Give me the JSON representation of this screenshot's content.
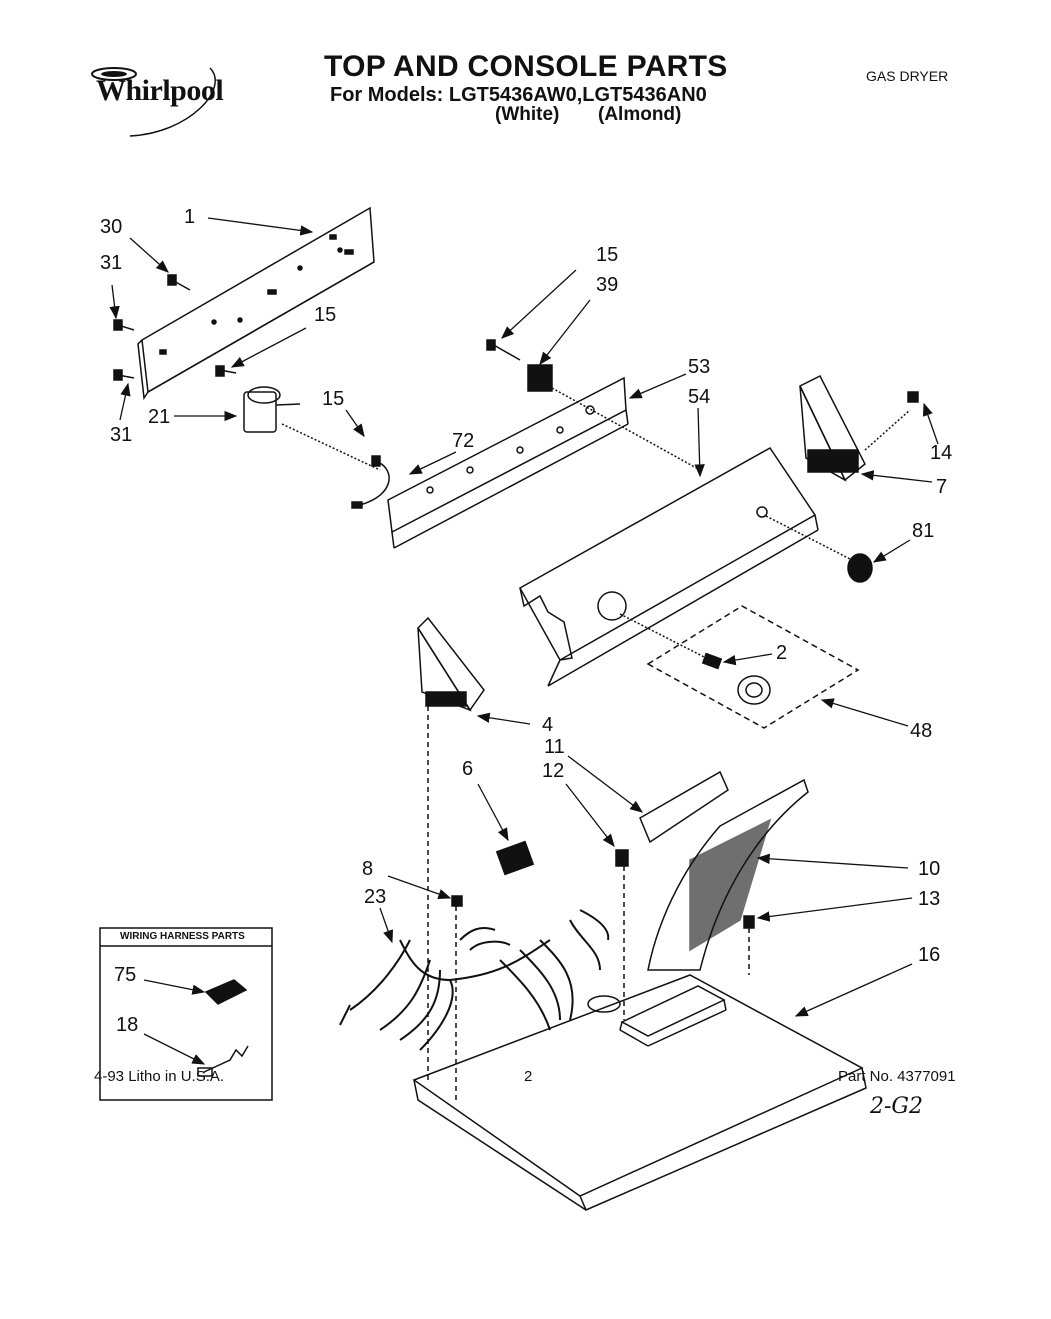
{
  "header": {
    "brand": "Whirlpool",
    "title": "TOP AND CONSOLE PARTS",
    "models_line": "For Models: LGT5436AW0,LGT5436AN0",
    "variant_white": "(White)",
    "variant_almond": "(Almond)",
    "appliance_type": "GAS DRYER"
  },
  "callouts": [
    {
      "id": "1",
      "text": "1"
    },
    {
      "id": "30",
      "text": "30"
    },
    {
      "id": "31a",
      "text": "31"
    },
    {
      "id": "15a",
      "text": "15"
    },
    {
      "id": "31b",
      "text": "31"
    },
    {
      "id": "21",
      "text": "21"
    },
    {
      "id": "15b",
      "text": "15"
    },
    {
      "id": "72",
      "text": "72"
    },
    {
      "id": "15c",
      "text": "15"
    },
    {
      "id": "39",
      "text": "39"
    },
    {
      "id": "53",
      "text": "53"
    },
    {
      "id": "54",
      "text": "54"
    },
    {
      "id": "14",
      "text": "14"
    },
    {
      "id": "7",
      "text": "7"
    },
    {
      "id": "81",
      "text": "81"
    },
    {
      "id": "2",
      "text": "2"
    },
    {
      "id": "48",
      "text": "48"
    },
    {
      "id": "4",
      "text": "4"
    },
    {
      "id": "11",
      "text": "11"
    },
    {
      "id": "12",
      "text": "12"
    },
    {
      "id": "6",
      "text": "6"
    },
    {
      "id": "10",
      "text": "10"
    },
    {
      "id": "8",
      "text": "8"
    },
    {
      "id": "13",
      "text": "13"
    },
    {
      "id": "23",
      "text": "23"
    },
    {
      "id": "16",
      "text": "16"
    },
    {
      "id": "75",
      "text": "75"
    },
    {
      "id": "18",
      "text": "18"
    }
  ],
  "harness_box": {
    "title": "WIRING HARNESS PARTS"
  },
  "footer": {
    "litho": "4-93 Litho in U.S.A.",
    "page": "2",
    "part_no": "Part No. 4377091",
    "handwritten": "2-G2"
  }
}
